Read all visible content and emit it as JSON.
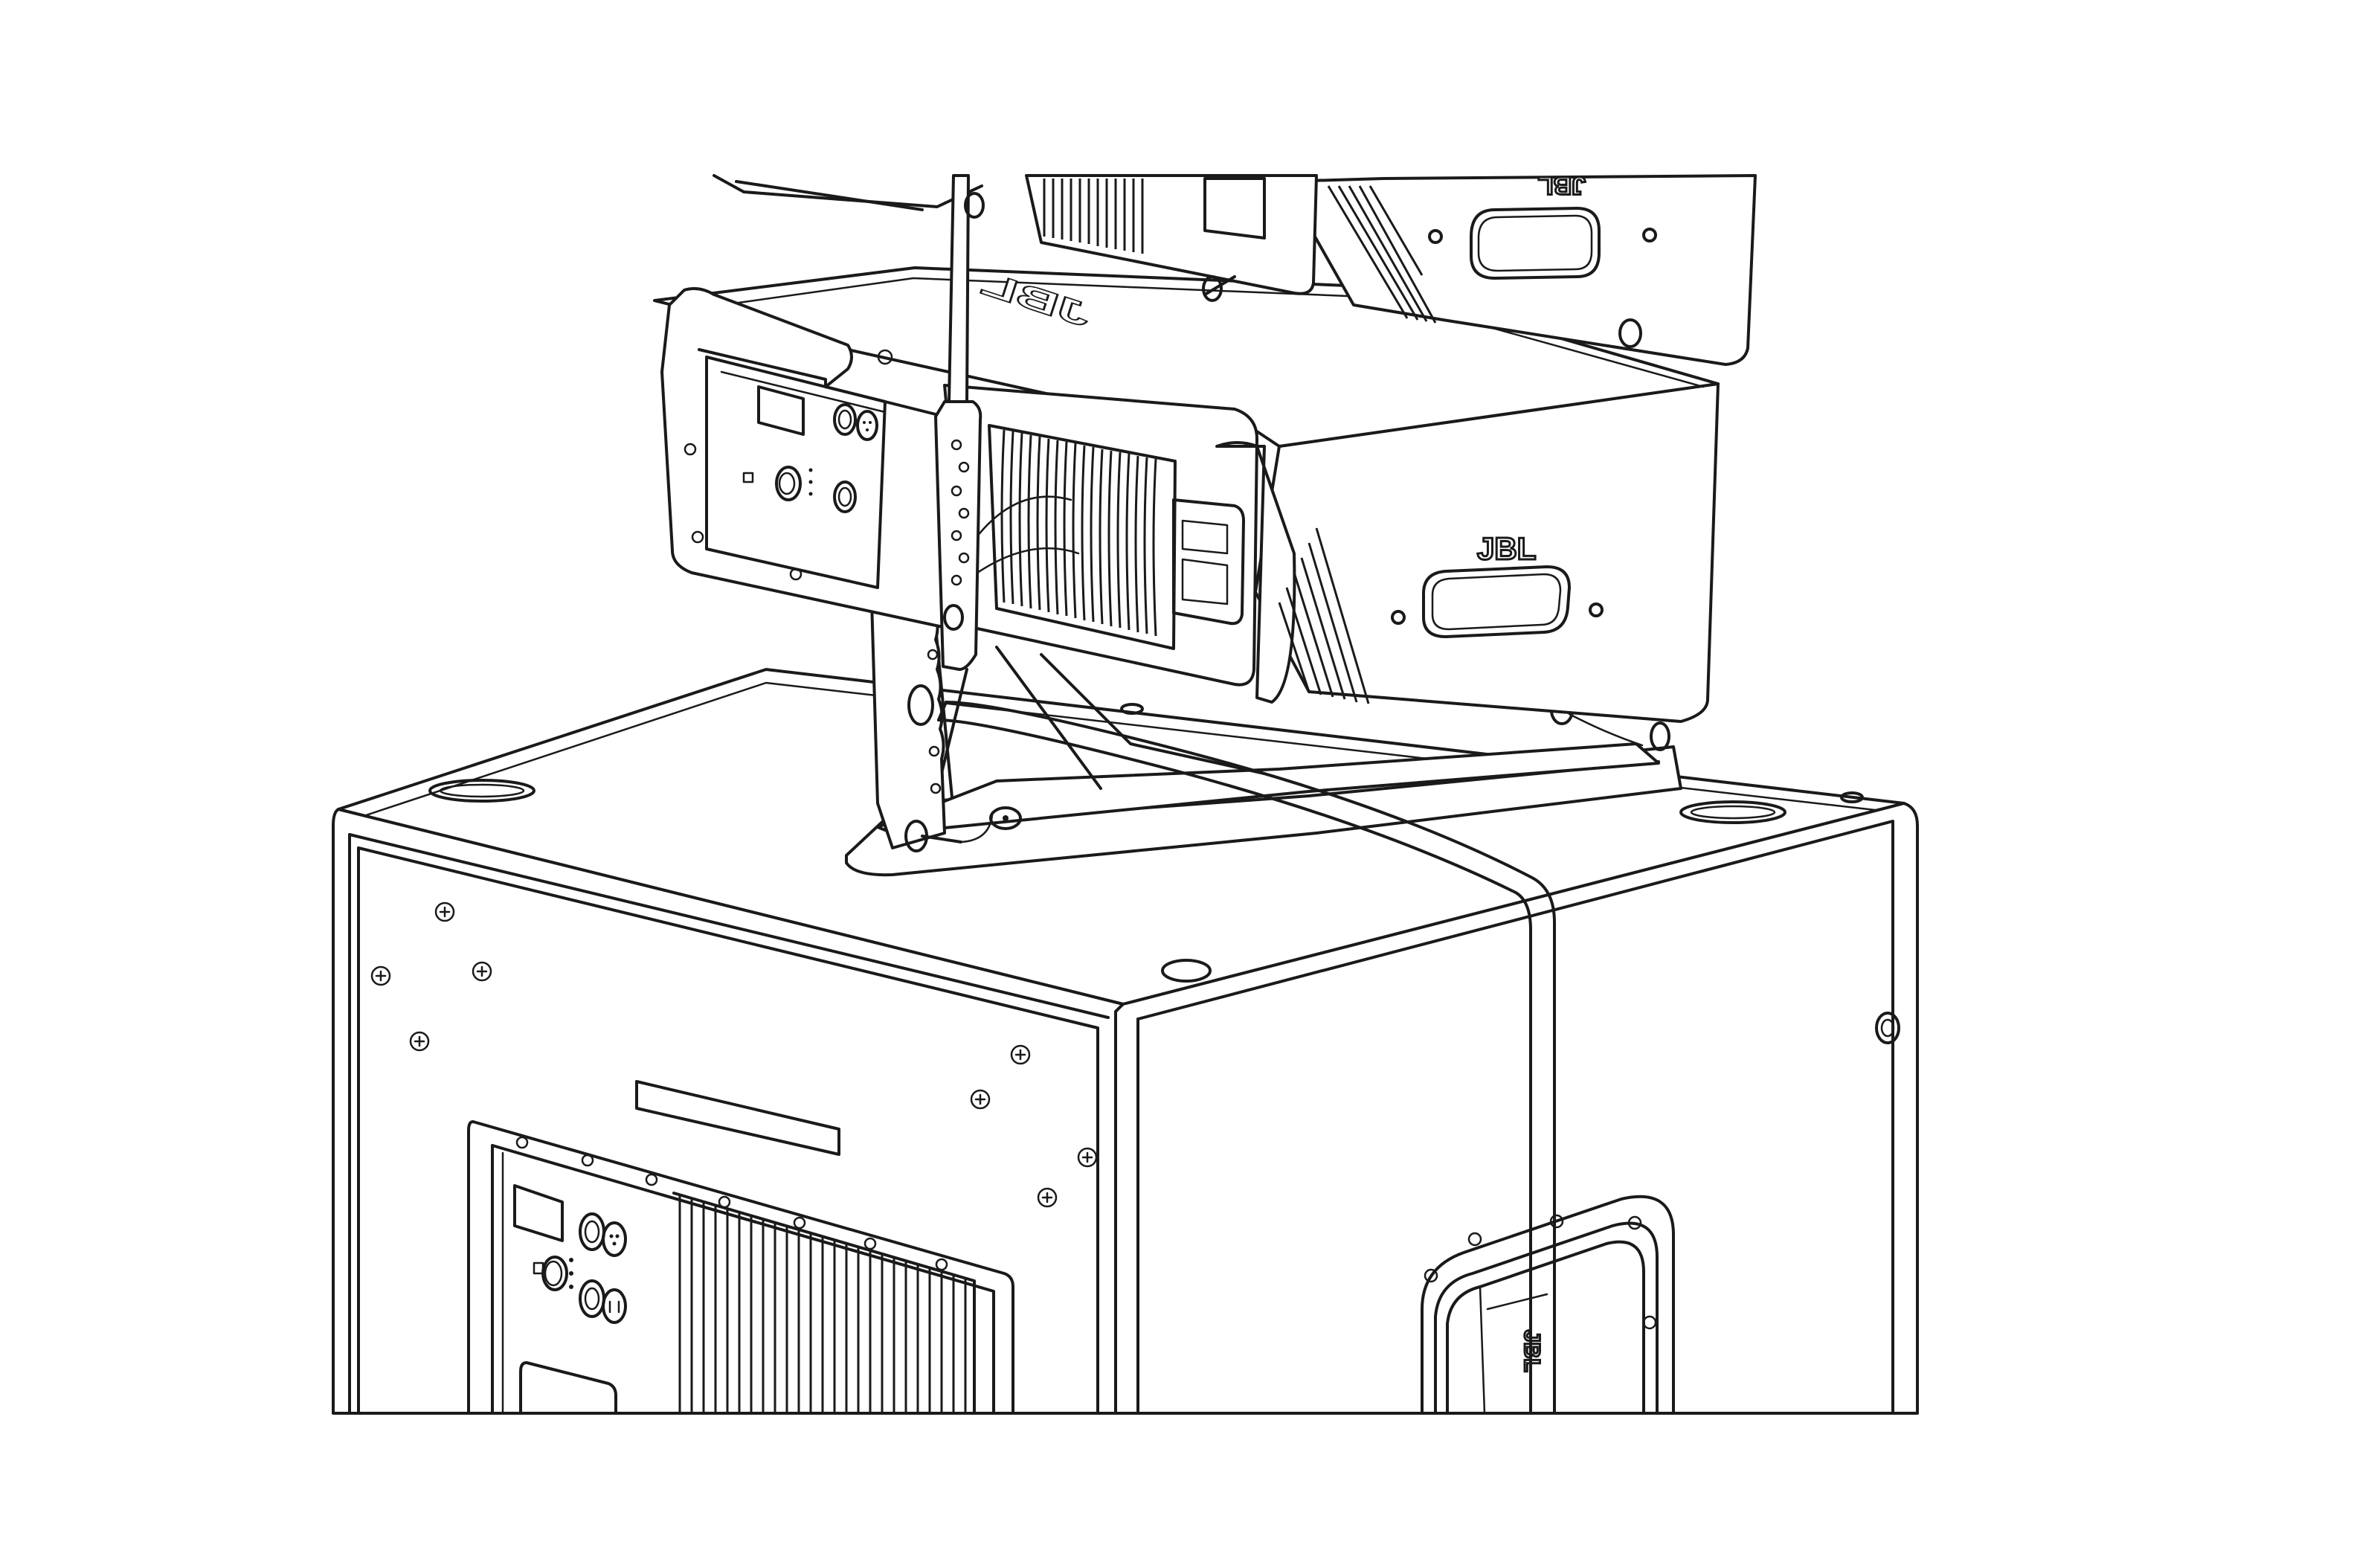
{
  "figure": {
    "description": "Line-art technical illustration of two JBL loudspeaker modules mounted on an array frame atop a powered subwoofer, secured with a strap",
    "background_color": "#ffffff",
    "line_color": "#1a1a1a"
  },
  "labels": {
    "logo_upper_speaker": "JBL",
    "logo_middle_speaker_top": "JBL",
    "logo_middle_speaker_side": "JBL",
    "logo_subwoofer_handle": "JBL"
  },
  "components": {
    "upper_speaker": "upper-array-speaker",
    "middle_speaker": "middle-array-speaker",
    "array_frame": "array-frame",
    "subwoofer": "subwoofer-cabinet",
    "strap": "ratchet-strap",
    "amp_panel_satellite": "satellite-amplifier-panel",
    "amp_panel_subwoofer": "subwoofer-amplifier-panel",
    "side_handle": "subwoofer-side-handle"
  }
}
